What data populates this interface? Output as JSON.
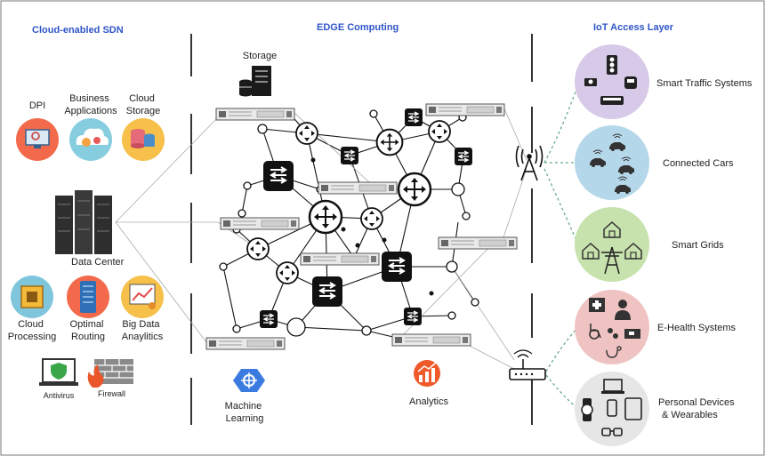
{
  "headers": {
    "left": "Cloud-enabled SDN",
    "middle": "EDGE Computing",
    "right": "IoT Access Layer"
  },
  "sdn": {
    "dpi": "DPI",
    "business_apps": [
      "Business",
      "Applications"
    ],
    "cloud_storage": [
      "Cloud",
      "Storage"
    ],
    "data_center": "Data Center",
    "cloud_processing": [
      "Cloud",
      "Processing"
    ],
    "optimal_routing": [
      "Optimal",
      "Routing"
    ],
    "big_data": [
      "Big Data",
      "Anaylitics"
    ],
    "antivirus": "Antivirus",
    "firewall": "Firewall"
  },
  "edge": {
    "storage": "Storage",
    "machine_learning": [
      "Machine",
      "Learning"
    ],
    "analytics": "Analytics"
  },
  "iot": {
    "traffic": "Smart Traffic Systems",
    "cars": "Connected Cars",
    "grids": "Smart Grids",
    "health": "E-Health Systems",
    "personal": [
      "Personal Devices",
      "& Wearables"
    ]
  },
  "colors": {
    "header_blue": "#2f55c8",
    "circle_purple": "#d7c9e8",
    "circle_blue": "#b5d7ea",
    "circle_green": "#c7e2ad",
    "circle_pink": "#f0c3c3",
    "circle_gray": "#e6e6e6",
    "link_green": "#6aaa88"
  },
  "icons": [
    "monitor-icon",
    "gears-cloud-icon",
    "database-icon",
    "server-rack-icon",
    "chip-icon",
    "router-icon",
    "chart-icon",
    "shield-icon",
    "brick-wall-icon",
    "flame-icon",
    "server-icon",
    "switch-icon",
    "router-node-icon",
    "cell-tower-icon",
    "wifi-router-icon",
    "traffic-light-icon",
    "car-icon",
    "house-icon",
    "pylon-icon",
    "doctor-icon",
    "watch-icon",
    "glasses-icon",
    "phone-icon",
    "tablet-icon",
    "laptop-icon"
  ]
}
